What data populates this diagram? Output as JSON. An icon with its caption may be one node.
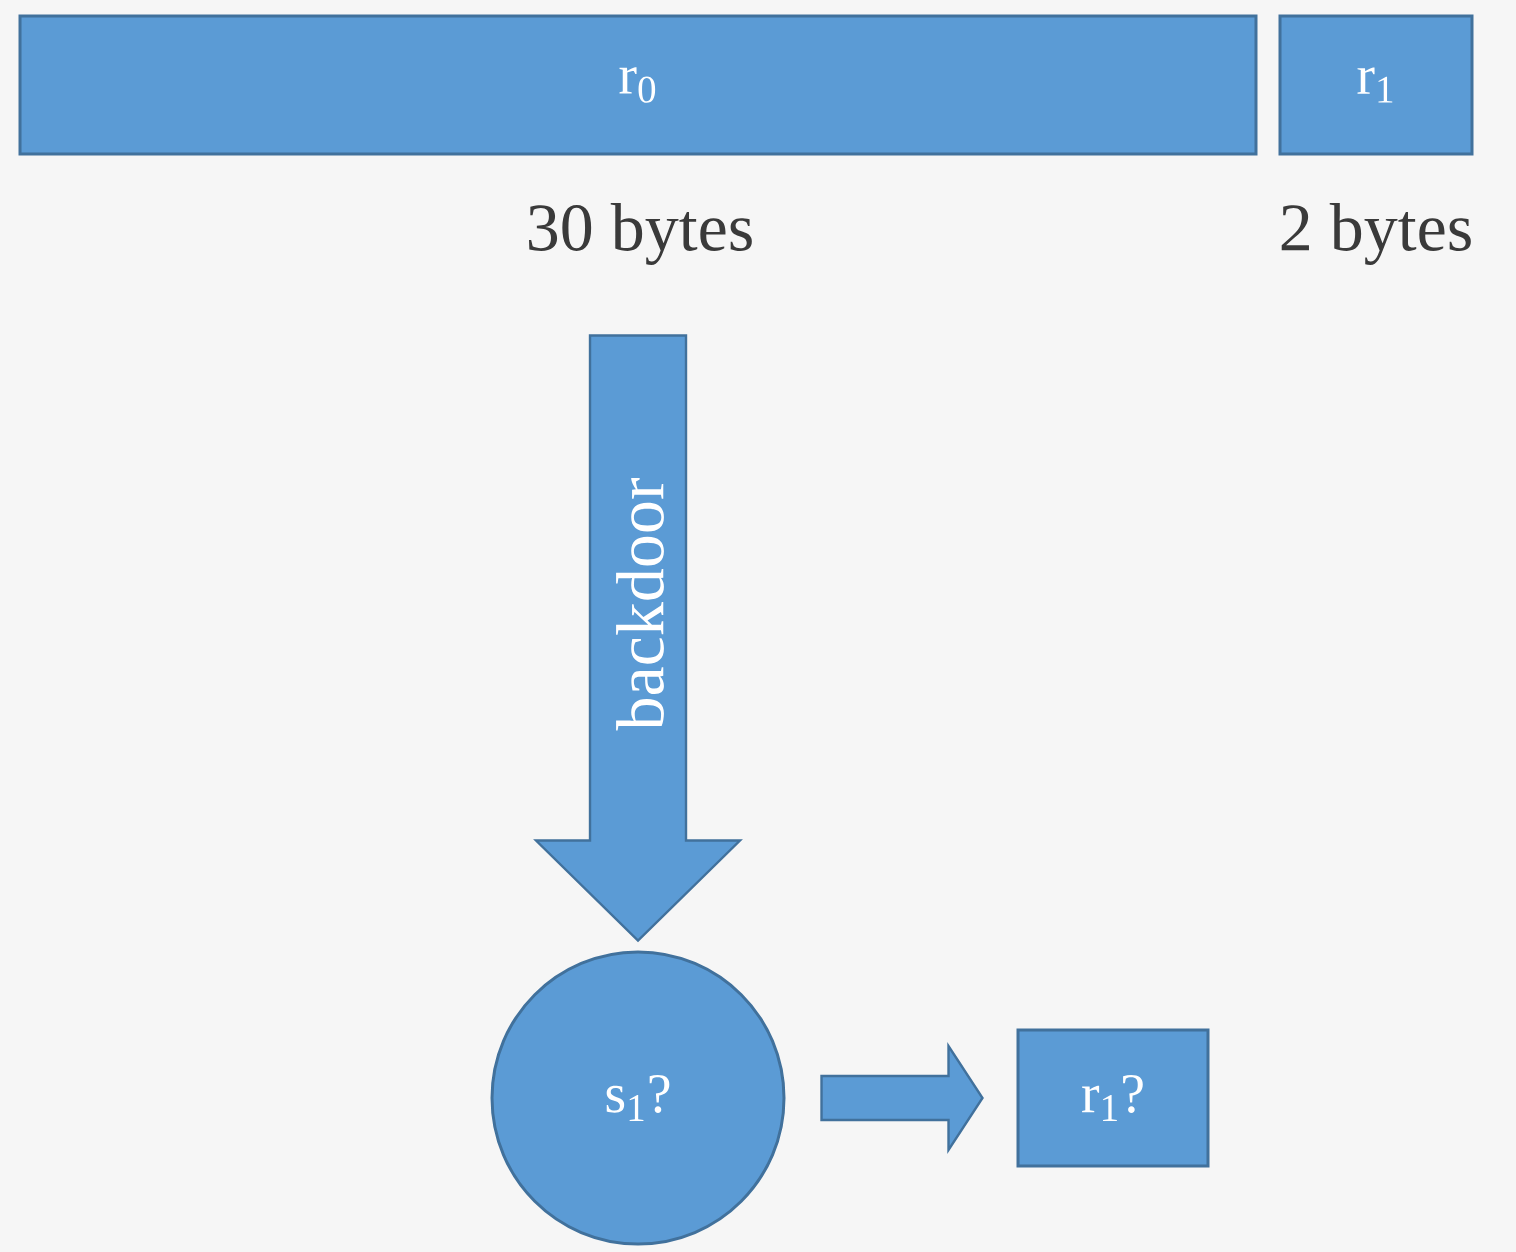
{
  "diagram": {
    "nodes": [
      {
        "text": [
          "r$_{0}$"
        ],
        "beside": [
          "30 bytes"
        ]
      },
      {
        "text": [
          "r$_{1}$"
        ],
        "beside": [
          "2 bytes"
        ]
      },
      {
        "text": [
          "s$_{1}$?"
        ]
      },
      {
        "text": [
          "r$_{1}$?"
        ]
      }
    ],
    "edges": [
      {
        "from": 0,
        "to": 2,
        "arrow": "to",
        "label": "backdoor",
        "style": "thick"
      },
      {
        "from": 2,
        "to": 3,
        "arrow": "to",
        "style": "thick"
      }
    ]
  }
}
